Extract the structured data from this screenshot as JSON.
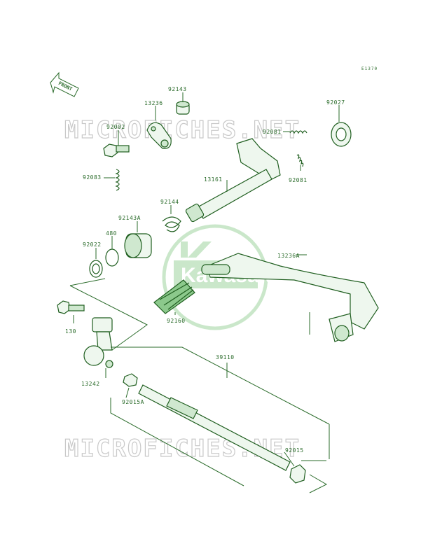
{
  "diagram": {
    "code": "E1370",
    "front_label": "FRONT",
    "brand_watermark": "Kawasaki",
    "site_watermark": "MICROFICHES.NET",
    "colors": {
      "line": "#2a6b2a",
      "fill": "#cfe8cf",
      "watermark": "#c9c9c9"
    },
    "parts": [
      {
        "id": "p92143",
        "number": "92143"
      },
      {
        "id": "p13236",
        "number": "13236"
      },
      {
        "id": "p92002",
        "number": "92002"
      },
      {
        "id": "p92027",
        "number": "92027"
      },
      {
        "id": "p92081a",
        "number": "92081"
      },
      {
        "id": "p92081b",
        "number": "92081"
      },
      {
        "id": "p92083",
        "number": "92083"
      },
      {
        "id": "p13161",
        "number": "13161"
      },
      {
        "id": "p92144",
        "number": "92144"
      },
      {
        "id": "p92143A",
        "number": "92143A"
      },
      {
        "id": "p480",
        "number": "480"
      },
      {
        "id": "p92022",
        "number": "92022"
      },
      {
        "id": "p13236A",
        "number": "13236A"
      },
      {
        "id": "p130",
        "number": "130"
      },
      {
        "id": "p92160",
        "number": "92160"
      },
      {
        "id": "p39110",
        "number": "39110"
      },
      {
        "id": "p13242",
        "number": "13242"
      },
      {
        "id": "p92015A",
        "number": "92015A"
      },
      {
        "id": "p92015",
        "number": "92015"
      }
    ]
  }
}
